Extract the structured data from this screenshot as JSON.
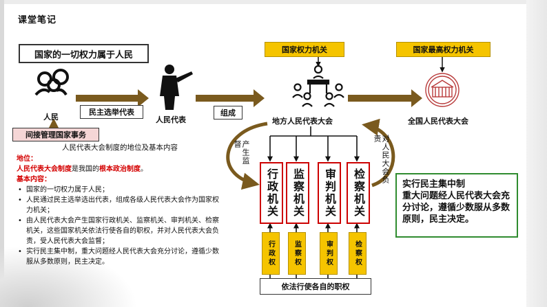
{
  "page": {
    "title": "课堂笔记"
  },
  "claim": "国家的一切权力属于人民",
  "tags": {
    "local_power": "国家权力机关",
    "highest_power": "国家最高权力机关"
  },
  "nodes": {
    "people": "人民",
    "representatives": "人民代表",
    "local_congress": "地方人民代表大会",
    "national_congress": "全国人民代表大会"
  },
  "edges": {
    "elect": "民主选举代表",
    "form": "组成",
    "manage": "间接管理国家事务",
    "produce_supervise": "产生监督",
    "accountable": "对人民大会负责"
  },
  "organs": [
    {
      "name": "行政机关",
      "power": "行政权"
    },
    {
      "name": "监察机关",
      "power": "监察权"
    },
    {
      "name": "审判机关",
      "power": "审判权"
    },
    {
      "name": "检察机关",
      "power": "检察权"
    }
  ],
  "basis": "依法行使各自的职权",
  "democracy": {
    "line1": "实行民主集中制",
    "line2": "重大问题经人民代表大会充分讨论，遵循少数服从多数原则，民主决定。"
  },
  "notes": {
    "heading": "人民代表大会制度的地位及基本内容",
    "status_label": "地位：",
    "status_a": "人民代表大会制度",
    "status_b": "是我国的",
    "status_c": "根本政治制度",
    "status_d": "。",
    "content_label": "基本内容：",
    "items": [
      "国家的一切权力属于人民；",
      "人民通过民主选举选出代表，组成各级人民代表大会作为国家权力机关；",
      "由人民代表大会产生国家行政机关、监察机关、审判机关、检察机关，这些国家机关依法行使各自的职权，并对人民代表大会负责，受人民代表大会监督；",
      "实行民主集中制，重大问题经人民代表大会充分讨论，遵循少数服从多数原则，民主决定。"
    ]
  },
  "colors": {
    "accent_yellow": "#f5c400",
    "organ_border": "#cc0000",
    "arrow_brown": "#7a5a1e",
    "democracy_border": "#2e8b2e",
    "manage_fill": "#f5d6d6"
  }
}
